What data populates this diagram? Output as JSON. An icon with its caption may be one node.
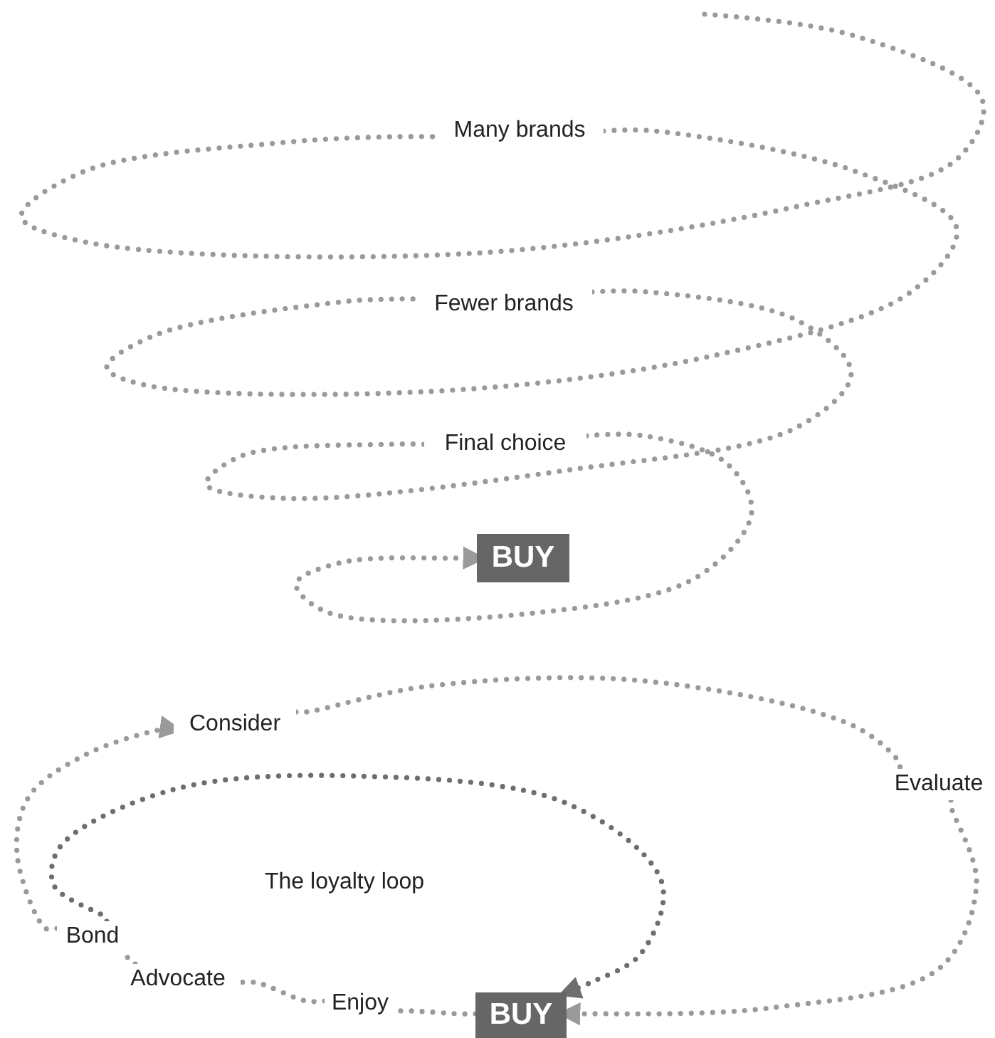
{
  "diagram": {
    "nodes": [
      {
        "text": [
          "Many brands"
        ]
      },
      {
        "text": [
          "Fewer brands"
        ]
      },
      {
        "text": [
          "Final choice"
        ]
      },
      {
        "text": [
          "BUY"
        ]
      },
      {
        "text": [
          "Consider"
        ]
      },
      {
        "text": [
          "Evaluate"
        ]
      },
      {
        "text": [
          "BUY"
        ]
      },
      {
        "text": [
          "Enjoy"
        ]
      },
      {
        "text": [
          "Advocate"
        ]
      },
      {
        "text": [
          "Bond"
        ]
      }
    ],
    "edges": [
      {
        "from": null,
        "to": 0,
        "arrow": "none"
      },
      {
        "from": 0,
        "to": 1,
        "arrow": "none"
      },
      {
        "from": 1,
        "to": 2,
        "arrow": "none"
      },
      {
        "from": 2,
        "to": 3,
        "arrow": "to"
      },
      {
        "from": 6,
        "to": 7,
        "arrow": "none"
      },
      {
        "from": 7,
        "to": 8,
        "arrow": "none"
      },
      {
        "from": 8,
        "to": 9,
        "arrow": "none"
      },
      {
        "from": 9,
        "to": 4,
        "arrow": "to"
      },
      {
        "from": 9,
        "to": 6,
        "arrow": "to",
        "color": "#6e6e6e"
      },
      {
        "from": 4,
        "to": 5,
        "arrow": "none"
      },
      {
        "from": 5,
        "to": 6,
        "arrow": "to"
      }
    ],
    "labels": [
      "The loyalty loop"
    ]
  }
}
